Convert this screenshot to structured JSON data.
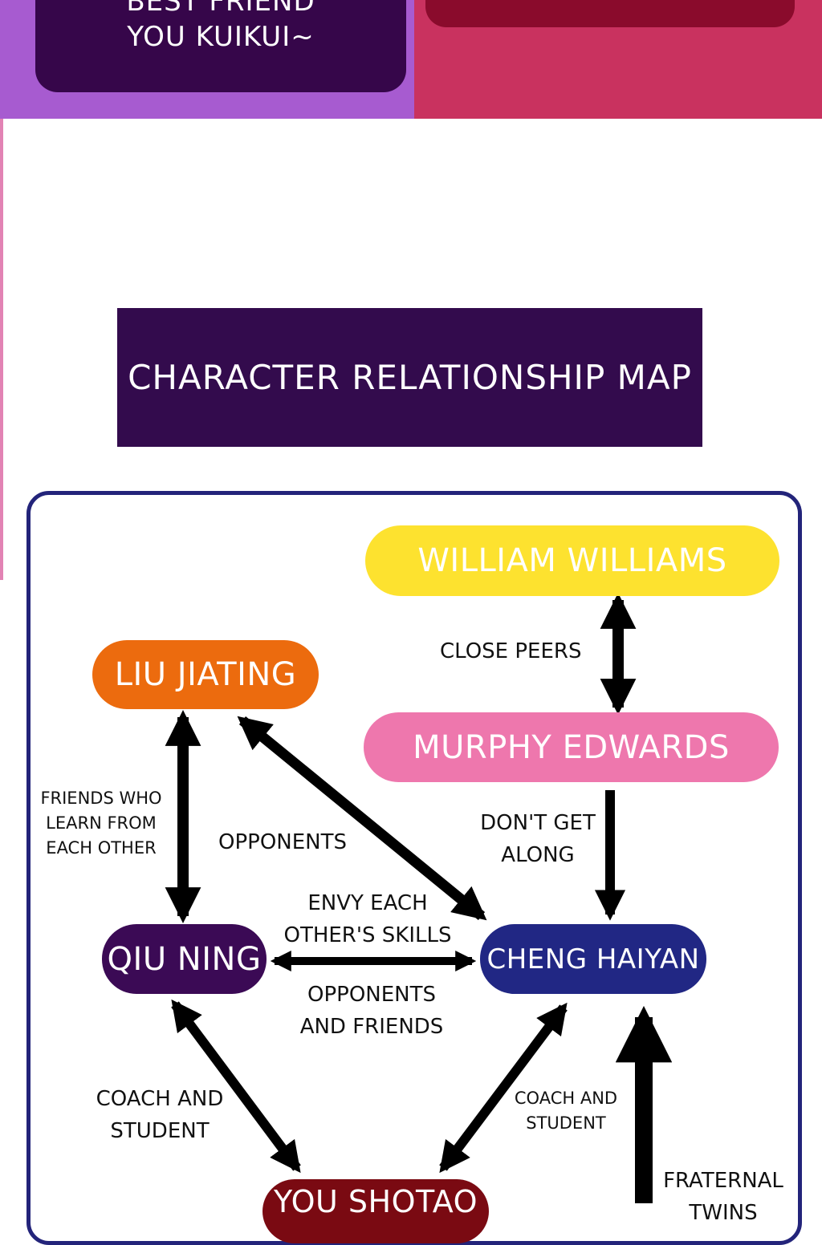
{
  "top_banner": {
    "left_card_line1": "BEST FRIEND",
    "left_card_line2": "YOU KUIKUI~"
  },
  "title": "CHARACTER RELATIONSHIP MAP",
  "nodes": {
    "william": "WILLIAM WILLIAMS",
    "murphy": "MURPHY EDWARDS",
    "liu": "LIU JIATING",
    "qiu": "QIU NING",
    "cheng": "CHENG HAIYAN",
    "you": "YOU SHOTAO"
  },
  "relations": {
    "close_peers": "CLOSE PEERS",
    "friends_learn": [
      "FRIENDS WHO",
      "LEARN FROM",
      "EACH OTHER"
    ],
    "opponents": "OPPONENTS",
    "dont_get_along": [
      "DON'T GET",
      "ALONG"
    ],
    "envy": [
      "ENVY EACH",
      "OTHER'S SKILLS"
    ],
    "opponents_friends": [
      "OPPONENTS",
      "AND FRIENDS"
    ],
    "coach_student_left": [
      "COACH AND",
      "STUDENT"
    ],
    "coach_student_right": [
      "COACH AND",
      "STUDENT"
    ],
    "fraternal": [
      "FRATERNAL",
      "TWINS"
    ]
  },
  "colors": {
    "william": "#fde22f",
    "murphy": "#ee77ad",
    "liu": "#ec6b0e",
    "qiu": "#3b0a55",
    "cheng": "#212784",
    "you": "#7a0a12",
    "frame": "#23247a",
    "title_bg": "#330b4d"
  }
}
